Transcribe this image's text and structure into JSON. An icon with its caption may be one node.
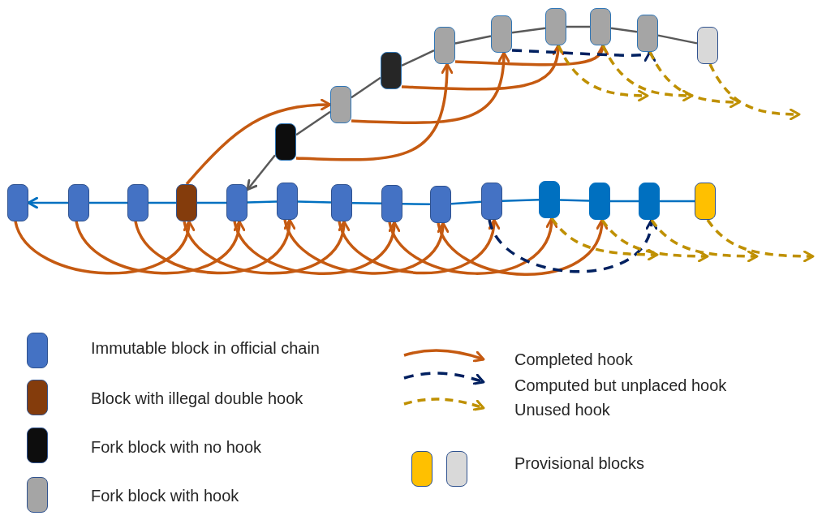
{
  "diagram": {
    "nodes": [
      {
        "text": [],
        "shape": "box"
      },
      {
        "text": [],
        "shape": "box"
      },
      {
        "text": [],
        "shape": "box"
      },
      {
        "text": [],
        "shape": "box"
      },
      {
        "text": [],
        "shape": "box"
      },
      {
        "text": [],
        "shape": "box"
      },
      {
        "text": [],
        "shape": "box"
      },
      {
        "text": [],
        "shape": "box"
      },
      {
        "text": [],
        "shape": "box"
      },
      {
        "text": [],
        "shape": "box"
      },
      {
        "text": [],
        "shape": "box"
      },
      {
        "text": [],
        "shape": "box"
      },
      {
        "text": [],
        "shape": "box"
      },
      {
        "text": [],
        "shape": "box"
      },
      {
        "text": [],
        "shape": "box"
      },
      {
        "text": [],
        "shape": "box"
      },
      {
        "text": [],
        "shape": "box"
      },
      {
        "text": [],
        "shape": "box"
      },
      {
        "text": [],
        "shape": "box"
      },
      {
        "text": [],
        "shape": "box"
      },
      {
        "text": [],
        "shape": "box"
      },
      {
        "text": [],
        "shape": "box"
      },
      {
        "text": [],
        "shape": "box"
      }
    ],
    "edges": [
      {
        "from": 1,
        "to": 0,
        "arrow": "to",
        "color": "#0070c0"
      },
      {
        "from": 2,
        "to": 1,
        "arrow": "none",
        "color": "#0070c0"
      },
      {
        "from": 3,
        "to": 2,
        "arrow": "none",
        "color": "#0070c0"
      },
      {
        "from": 4,
        "to": 3,
        "arrow": "none",
        "color": "#0070c0"
      },
      {
        "from": 5,
        "to": 4,
        "arrow": "none",
        "color": "#0070c0"
      },
      {
        "from": 6,
        "to": 5,
        "arrow": "none",
        "color": "#0070c0"
      },
      {
        "from": 7,
        "to": 6,
        "arrow": "none",
        "color": "#0070c0"
      },
      {
        "from": 8,
        "to": 7,
        "arrow": "none",
        "color": "#0070c0"
      },
      {
        "from": 9,
        "to": 8,
        "arrow": "none",
        "color": "#0070c0"
      },
      {
        "from": 10,
        "to": 9,
        "arrow": "none",
        "color": "#0070c0"
      },
      {
        "from": 11,
        "to": 10,
        "arrow": "none",
        "color": "#0070c0"
      },
      {
        "from": 12,
        "to": 11,
        "arrow": "none",
        "color": "#0070c0"
      },
      {
        "from": 13,
        "to": 12,
        "arrow": "none",
        "color": "#0070c0"
      },
      {
        "from": 14,
        "to": 4,
        "arrow": "to",
        "color": "#595959"
      },
      {
        "from": 15,
        "to": 14,
        "arrow": "none",
        "color": "#595959"
      },
      {
        "from": 16,
        "to": 15,
        "arrow": "none",
        "color": "#595959"
      },
      {
        "from": 17,
        "to": 16,
        "arrow": "none",
        "color": "#595959"
      },
      {
        "from": 18,
        "to": 17,
        "arrow": "none",
        "color": "#595959"
      },
      {
        "from": 19,
        "to": 18,
        "arrow": "none",
        "color": "#595959"
      },
      {
        "from": 20,
        "to": 19,
        "arrow": "none",
        "color": "#595959"
      },
      {
        "from": 21,
        "to": 20,
        "arrow": "none",
        "color": "#595959"
      },
      {
        "from": 22,
        "to": 21,
        "arrow": "none",
        "color": "#595959"
      },
      {
        "from": 0,
        "to": 3,
        "arrow": "to"
      },
      {
        "from": 1,
        "to": 4,
        "arrow": "to"
      },
      {
        "from": 2,
        "to": 5,
        "arrow": "to"
      },
      {
        "from": 3,
        "to": 6,
        "arrow": "to"
      },
      {
        "from": 3,
        "to": 15,
        "arrow": "to"
      },
      {
        "from": 4,
        "to": 7,
        "arrow": "to"
      },
      {
        "from": 5,
        "to": 8,
        "arrow": "to"
      },
      {
        "from": 6,
        "to": 9,
        "arrow": "to"
      },
      {
        "from": 7,
        "to": 10,
        "arrow": "to"
      },
      {
        "from": 8,
        "to": 11,
        "arrow": "to"
      },
      {
        "from": 14,
        "to": 17,
        "arrow": "to"
      },
      {
        "from": 15,
        "to": 18,
        "arrow": "to"
      },
      {
        "from": 16,
        "to": 19,
        "arrow": "to"
      },
      {
        "from": 17,
        "to": 20,
        "arrow": "to"
      },
      {
        "from": 9,
        "to": 12,
        "arrow": "to",
        "style": "dashed",
        "color": "#002060"
      },
      {
        "from": 18,
        "to": 21,
        "arrow": "to",
        "style": "dashed",
        "color": "#002060"
      },
      {
        "from": 10,
        "to": null,
        "arrow": "to",
        "style": "dashed",
        "color": "#bf9000"
      },
      {
        "from": 11,
        "to": null,
        "arrow": "to",
        "style": "dashed",
        "color": "#bf9000"
      },
      {
        "from": 12,
        "to": null,
        "arrow": "to",
        "style": "dashed",
        "color": "#bf9000"
      },
      {
        "from": 13,
        "to": null,
        "arrow": "to",
        "style": "dashed",
        "color": "#bf9000"
      },
      {
        "from": 19,
        "to": null,
        "arrow": "to",
        "style": "dashed",
        "color": "#bf9000"
      },
      {
        "from": 20,
        "to": null,
        "arrow": "to",
        "style": "dashed",
        "color": "#bf9000"
      },
      {
        "from": 21,
        "to": null,
        "arrow": "to",
        "style": "dashed",
        "color": "#bf9000"
      },
      {
        "from": 22,
        "to": null,
        "arrow": "to",
        "style": "dashed",
        "color": "#bf9000"
      }
    ],
    "legend": [
      {
        "text": "Immutable block in official chain",
        "color": "#4472c4"
      },
      {
        "text": "Block with illegal double hook",
        "color": "#843c0c"
      },
      {
        "text": "Fork block with no hook",
        "color": "#0d0d0d"
      },
      {
        "text": "Fork block with hook",
        "color": "#a5a5a5"
      },
      {
        "text": "Completed hook"
      },
      {
        "text": "Computed but unplaced hook"
      },
      {
        "text": "Unused hook"
      },
      {
        "text": "Provisional blocks"
      }
    ]
  }
}
